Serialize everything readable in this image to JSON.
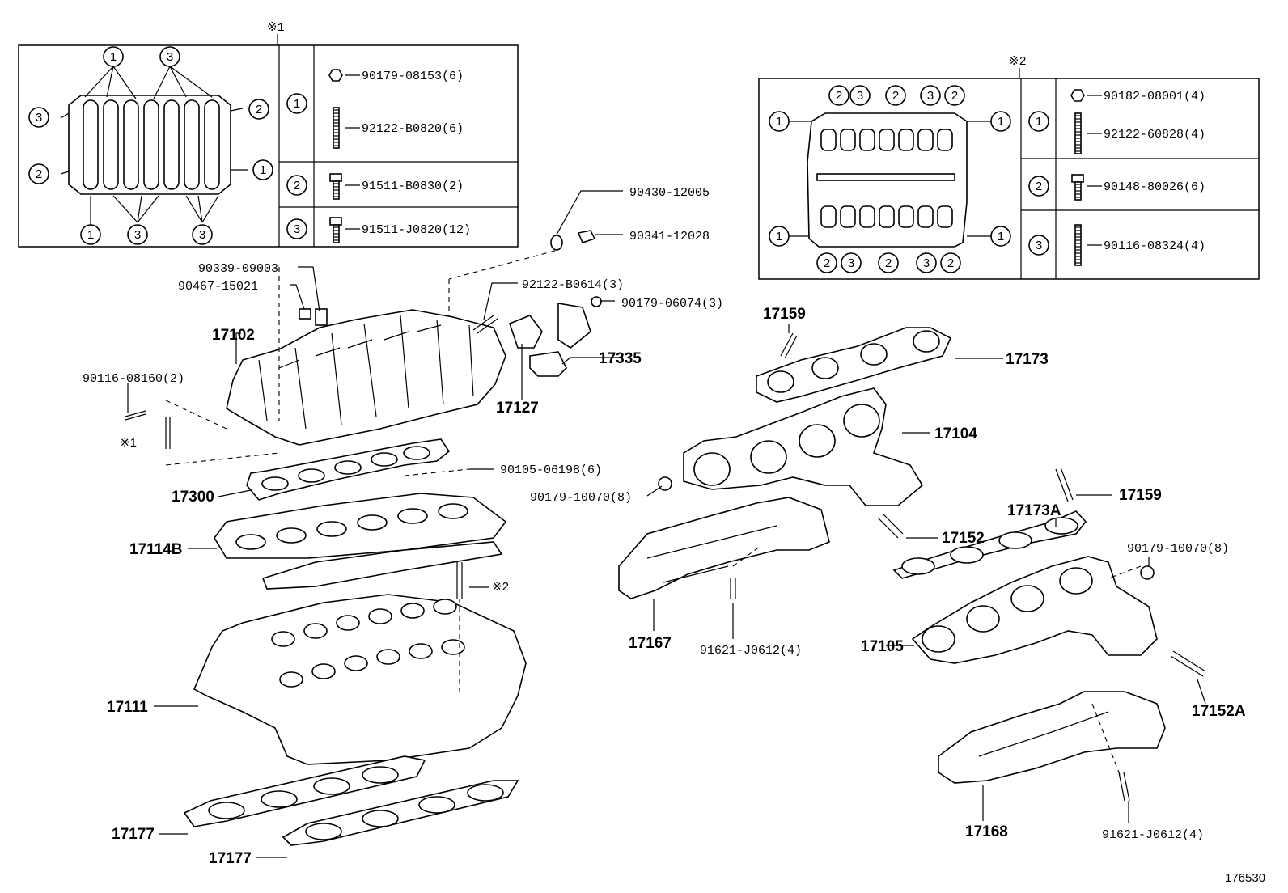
{
  "diagram_id": "176530",
  "table1": {
    "ref_mark": "※1",
    "rows": [
      {
        "num": "1",
        "parts": [
          "90179-08153(6)",
          "92122-B0820(6)"
        ]
      },
      {
        "num": "2",
        "parts": [
          "91511-B0830(2)"
        ]
      },
      {
        "num": "3",
        "parts": [
          "91511-J0820(12)"
        ]
      }
    ]
  },
  "table2": {
    "ref_mark": "※2",
    "rows": [
      {
        "num": "1",
        "parts": [
          "90182-08001(4)",
          "92122-60828(4)"
        ]
      },
      {
        "num": "2",
        "parts": [
          "90148-80026(6)"
        ]
      },
      {
        "num": "3",
        "parts": [
          "90116-08324(4)"
        ]
      }
    ]
  },
  "callouts": {
    "p90430": "90430-12005",
    "p90341": "90341-12028",
    "p90339": "90339-09003",
    "p90467": "90467-15021",
    "p92122b": "92122-B0614(3)",
    "p90179a": "90179-06074(3)",
    "p17102": "17102",
    "p17335": "17335",
    "p17127": "17127",
    "p90116": "90116-08160(2)",
    "mark1": "※1",
    "p90105": "90105-06198(6)",
    "p17300": "17300",
    "p17114b": "17114B",
    "mark2": "※2",
    "p17111": "17111",
    "p17177a": "17177",
    "p17177b": "17177",
    "p17159a": "17159",
    "p17173": "17173",
    "p17104": "17104",
    "p90179b": "90179-10070(8)",
    "p17152": "17152",
    "p17173a": "17173A",
    "p17159b": "17159",
    "p90179c": "90179-10070(8)",
    "p17167": "17167",
    "p91621a": "91621-J0612(4)",
    "p17105": "17105",
    "p17152a": "17152A",
    "p17168": "17168",
    "p91621b": "91621-J0612(4)"
  }
}
